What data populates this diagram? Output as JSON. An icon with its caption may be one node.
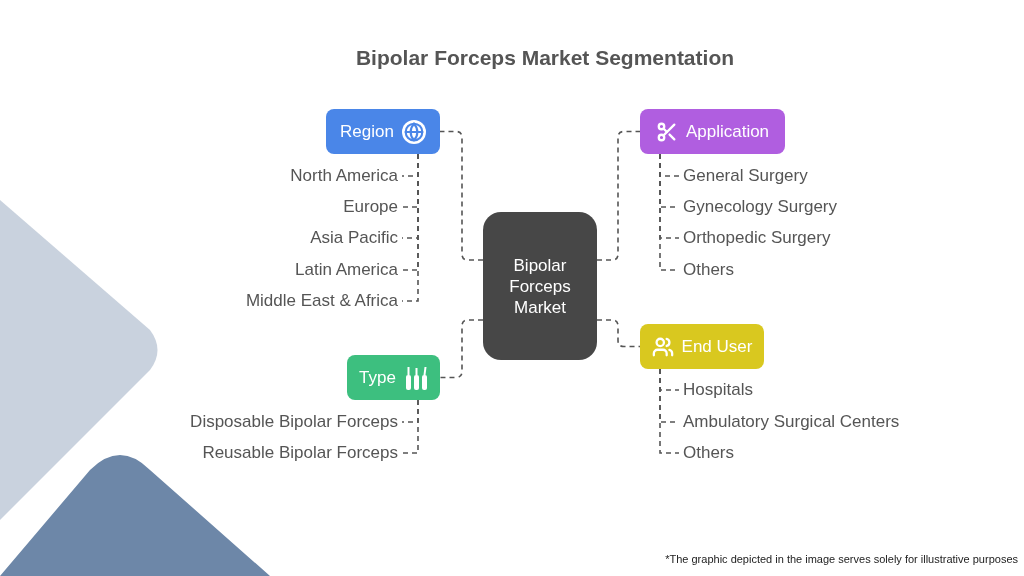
{
  "diagram": {
    "title": "Bipolar Forceps Market Segmentation",
    "nodes": [
      {
        "text": [
          "Bipolar Forceps Market"
        ]
      },
      {
        "text": [
          "Region"
        ]
      },
      {
        "text": [
          "North America"
        ]
      },
      {
        "text": [
          "Europe"
        ]
      },
      {
        "text": [
          "Asia Pacific"
        ]
      },
      {
        "text": [
          "Latin America"
        ]
      },
      {
        "text": [
          "Middle East & Africa"
        ]
      },
      {
        "text": [
          "Application"
        ]
      },
      {
        "text": [
          "General Surgery"
        ]
      },
      {
        "text": [
          "Gynecology Surgery"
        ]
      },
      {
        "text": [
          "Orthopedic Surgery"
        ]
      },
      {
        "text": [
          "Others"
        ]
      },
      {
        "text": [
          "Type"
        ]
      },
      {
        "text": [
          "Disposable Bipolar Forceps"
        ]
      },
      {
        "text": [
          "Reusable Bipolar Forceps"
        ]
      },
      {
        "text": [
          "End User"
        ]
      },
      {
        "text": [
          "Hospitals"
        ]
      },
      {
        "text": [
          "Ambulatory Surgical Centers"
        ]
      },
      {
        "text": [
          "Others"
        ]
      }
    ],
    "edges": [
      {
        "from": 0,
        "to": 1,
        "arrow": "none",
        "style": "dashed"
      },
      {
        "from": 0,
        "to": 7,
        "arrow": "none",
        "style": "dashed"
      },
      {
        "from": 0,
        "to": 12,
        "arrow": "none",
        "style": "dashed"
      },
      {
        "from": 0,
        "to": 15,
        "arrow": "none",
        "style": "dashed"
      },
      {
        "from": 1,
        "to": 2,
        "arrow": "none",
        "style": "dashed"
      },
      {
        "from": 1,
        "to": 3,
        "arrow": "none",
        "style": "dashed"
      },
      {
        "from": 1,
        "to": 4,
        "arrow": "none",
        "style": "dashed"
      },
      {
        "from": 1,
        "to": 5,
        "arrow": "none",
        "style": "dashed"
      },
      {
        "from": 1,
        "to": 6,
        "arrow": "none",
        "style": "dashed"
      },
      {
        "from": 7,
        "to": 8,
        "arrow": "none",
        "style": "dashed"
      },
      {
        "from": 7,
        "to": 9,
        "arrow": "none",
        "style": "dashed"
      },
      {
        "from": 7,
        "to": 10,
        "arrow": "none",
        "style": "dashed"
      },
      {
        "from": 7,
        "to": 11,
        "arrow": "none",
        "style": "dashed"
      },
      {
        "from": 12,
        "to": 13,
        "arrow": "none",
        "style": "dashed"
      },
      {
        "from": 12,
        "to": 14,
        "arrow": "none",
        "style": "dashed"
      },
      {
        "from": 15,
        "to": 16,
        "arrow": "none",
        "style": "dashed"
      },
      {
        "from": 15,
        "to": 17,
        "arrow": "none",
        "style": "dashed"
      },
      {
        "from": 15,
        "to": 18,
        "arrow": "none",
        "style": "dashed"
      }
    ],
    "labels": [
      "*The graphic depicted in the image serves solely for illustrative purposes"
    ]
  }
}
